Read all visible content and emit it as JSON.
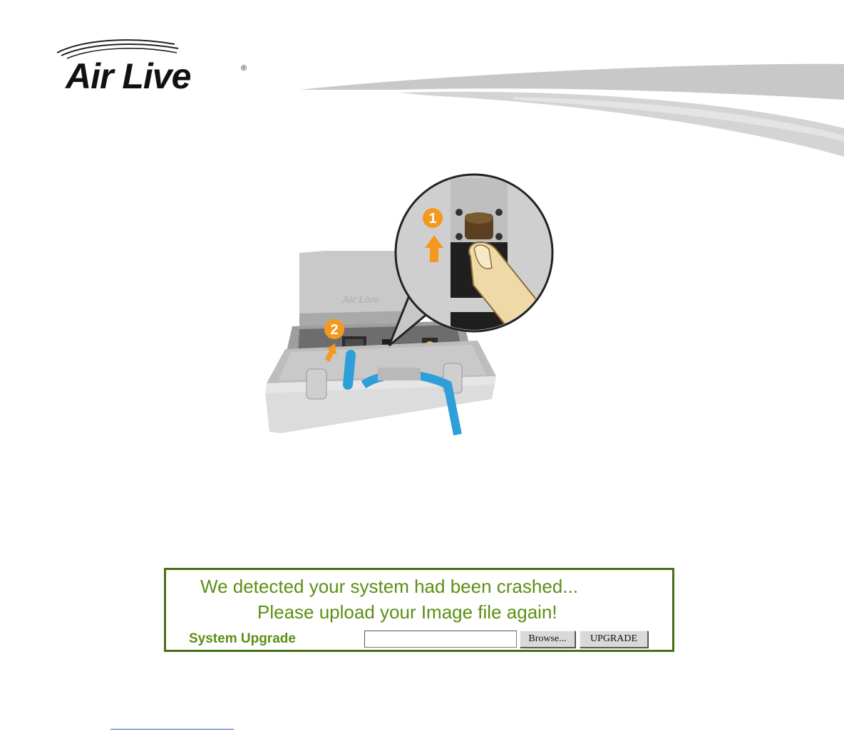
{
  "logo": {
    "text": "Air Live",
    "registered": "®"
  },
  "figure": {
    "callout_1": "1",
    "callout_2": "2",
    "colors": {
      "orange": "#f39a1e",
      "cable": "#2e9fd8",
      "housing": "#c9c9c9"
    }
  },
  "panel": {
    "message_line1": "We detected your system had been crashed...",
    "message_line2": "Please upload your Image file again!",
    "upgrade_label": "System Upgrade",
    "file_value": "",
    "browse_label": "Browse...",
    "upgrade_button": "UPGRADE",
    "colors": {
      "text": "#5c8f14",
      "border": "#4a6e17"
    }
  }
}
